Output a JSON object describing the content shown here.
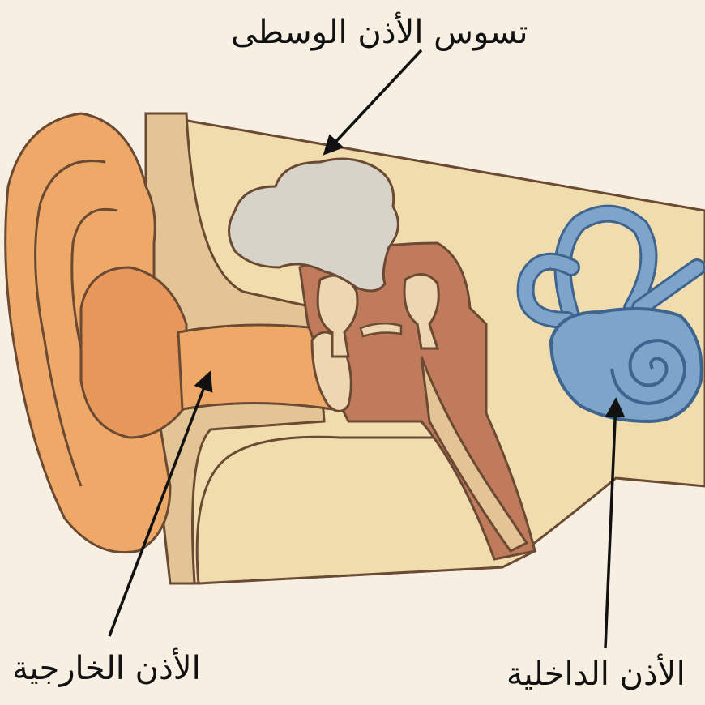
{
  "labels": {
    "middle_ear_disease": "تسوس الأذن الوسطى",
    "outer_ear": "الأذن الخارجية",
    "inner_ear": "الأذن الداخلية"
  },
  "colors": {
    "background": "#f6efe2",
    "skin_light": "#f1dcae",
    "skin_mid": "#e2c495",
    "outer_ear": "#eea867",
    "outer_ear_dark": "#e7975a",
    "middle_ear_cavity": "#bf7b5c",
    "middle_ear_dark": "#b06a4e",
    "ossicles": "#eed6b0",
    "lesion": "#d8d3c9",
    "inner_ear": "#7ea4c9",
    "outline": "#6b4a34",
    "inner_outline": "#3d6590"
  }
}
